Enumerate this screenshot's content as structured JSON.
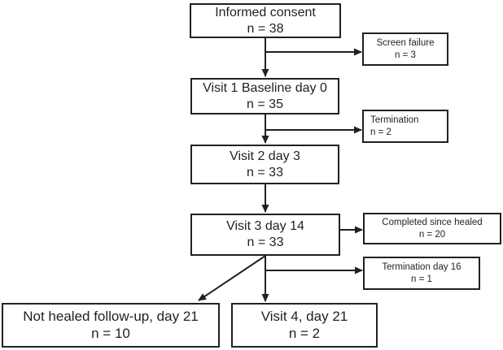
{
  "diagram_type": "patient-flow-chart",
  "boxes": {
    "informed_consent": {
      "title": "Informed consent",
      "n": "n = 38"
    },
    "screen_failure": {
      "title": "Screen failure",
      "n": "n = 3"
    },
    "visit1": {
      "title": "Visit 1 Baseline day 0",
      "n": "n = 35"
    },
    "termination1": {
      "title": "Termination",
      "n": "n = 2"
    },
    "visit2": {
      "title": "Visit 2 day 3",
      "n": "n = 33"
    },
    "visit3": {
      "title": "Visit 3 day 14",
      "n": "n = 33"
    },
    "completed_healed": {
      "title": "Completed since healed",
      "n": "n = 20"
    },
    "termination_day16": {
      "title": "Termination day 16",
      "n": "n = 1"
    },
    "not_healed": {
      "title": "Not healed follow-up, day 21",
      "n": "n = 10"
    },
    "visit4": {
      "title": "Visit 4, day 21",
      "n": "n = 2"
    }
  },
  "edges": [
    {
      "from": "informed_consent",
      "to": "visit1"
    },
    {
      "from": "informed_consent",
      "to": "screen_failure"
    },
    {
      "from": "visit1",
      "to": "visit2"
    },
    {
      "from": "visit1",
      "to": "termination1"
    },
    {
      "from": "visit2",
      "to": "visit3"
    },
    {
      "from": "visit3",
      "to": "completed_healed"
    },
    {
      "from": "visit3",
      "to": "termination_day16"
    },
    {
      "from": "visit3",
      "to": "not_healed"
    },
    {
      "from": "visit3",
      "to": "visit4"
    }
  ],
  "colors": {
    "line": "#231f20",
    "box_border": "#231f20",
    "box_background": "#ffffff",
    "text": "#231f20",
    "background": "#ffffff"
  }
}
